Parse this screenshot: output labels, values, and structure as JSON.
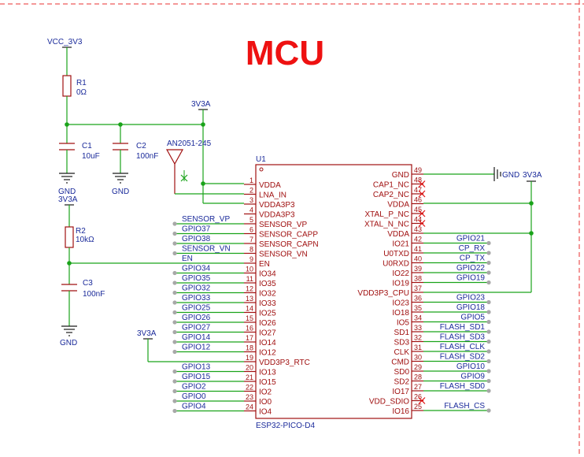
{
  "title": "MCU",
  "chip": {
    "ref": "U1",
    "part": "ESP32-PICO-D4",
    "left_pins": [
      {
        "num": "1",
        "name": "VDDA"
      },
      {
        "num": "2",
        "name": "LNA_IN"
      },
      {
        "num": "3",
        "name": "VDDA3P3"
      },
      {
        "num": "4",
        "name": "VDDA3P3"
      },
      {
        "num": "5",
        "name": "SENSOR_VP"
      },
      {
        "num": "6",
        "name": "SENSOR_CAPP"
      },
      {
        "num": "7",
        "name": "SENSOR_CAPN"
      },
      {
        "num": "8",
        "name": "SENSOR_VN"
      },
      {
        "num": "9",
        "name": "EN"
      },
      {
        "num": "10",
        "name": "IO34"
      },
      {
        "num": "11",
        "name": "IO35"
      },
      {
        "num": "12",
        "name": "IO32"
      },
      {
        "num": "13",
        "name": "IO33"
      },
      {
        "num": "14",
        "name": "IO25"
      },
      {
        "num": "15",
        "name": "IO26"
      },
      {
        "num": "16",
        "name": "IO27"
      },
      {
        "num": "17",
        "name": "IO14"
      },
      {
        "num": "18",
        "name": "IO12"
      },
      {
        "num": "19",
        "name": "VDD3P3_RTC"
      },
      {
        "num": "20",
        "name": "IO13"
      },
      {
        "num": "21",
        "name": "IO15"
      },
      {
        "num": "22",
        "name": "IO2"
      },
      {
        "num": "23",
        "name": "IO0"
      },
      {
        "num": "24",
        "name": "IO4"
      }
    ],
    "right_pins": [
      {
        "num": "49",
        "name": "GND"
      },
      {
        "num": "48",
        "name": "CAP1_NC"
      },
      {
        "num": "47",
        "name": "CAP2_NC"
      },
      {
        "num": "46",
        "name": "VDDA"
      },
      {
        "num": "45",
        "name": "XTAL_P_NC"
      },
      {
        "num": "44",
        "name": "XTAL_N_NC"
      },
      {
        "num": "43",
        "name": "VDDA"
      },
      {
        "num": "42",
        "name": "IO21"
      },
      {
        "num": "41",
        "name": "U0TXD"
      },
      {
        "num": "40",
        "name": "U0RXD"
      },
      {
        "num": "39",
        "name": "IO22"
      },
      {
        "num": "38",
        "name": "IO19"
      },
      {
        "num": "37",
        "name": "VDD3P3_CPU"
      },
      {
        "num": "36",
        "name": "IO23"
      },
      {
        "num": "35",
        "name": "IO18"
      },
      {
        "num": "34",
        "name": "IO5"
      },
      {
        "num": "33",
        "name": "SD1"
      },
      {
        "num": "32",
        "name": "SD3"
      },
      {
        "num": "31",
        "name": "CLK"
      },
      {
        "num": "30",
        "name": "CMD"
      },
      {
        "num": "29",
        "name": "SD0"
      },
      {
        "num": "28",
        "name": "SD2"
      },
      {
        "num": "27",
        "name": "IO17"
      },
      {
        "num": "26",
        "name": "VDD_SDIO"
      },
      {
        "num": "25",
        "name": "IO16"
      }
    ]
  },
  "left_nets": [
    "SENSOR_VP",
    "GPIO37",
    "GPIO38",
    "SENSOR_VN",
    "EN",
    "GPIO34",
    "GPIO35",
    "GPIO32",
    "GPIO33",
    "GPIO25",
    "GPIO26",
    "GPIO27",
    "GPIO14",
    "GPIO12",
    "GPIO13",
    "GPIO15",
    "GPIO2",
    "GPIO0",
    "GPIO4"
  ],
  "right_nets": [
    "GPIO21",
    "CP_RX",
    "CP_TX",
    "GPIO22",
    "GPIO19",
    "GPIO23",
    "GPIO18",
    "GPIO5",
    "FLASH_SD1",
    "FLASH_SD3",
    "FLASH_CLK",
    "FLASH_SD2",
    "GPIO10",
    "GPIO9",
    "FLASH_SD0",
    "FLASH_CS"
  ],
  "power": {
    "vcc": "VCC_3V3",
    "v33a_top": "3V3A",
    "v33a_mid": "3V3A",
    "v33a_bottom": "3V3A",
    "gnd1": "GND",
    "gnd2": "GND",
    "gnd3": "GND",
    "gnd_right": "GND",
    "v33a_right": "3V3A"
  },
  "parts": {
    "R1": {
      "ref": "R1",
      "value": "0Ω"
    },
    "C1": {
      "ref": "C1",
      "value": "10uF"
    },
    "C2": {
      "ref": "C2",
      "value": "100nF"
    },
    "ANT": {
      "ref": "AN2051-245"
    },
    "R2": {
      "ref": "R2",
      "value": "10kΩ"
    },
    "C3": {
      "ref": "C3",
      "value": "100nF"
    }
  },
  "colors": {
    "wire": "#1aa31a",
    "component": "#a01010",
    "net_label": "#1a2a9a",
    "title": "#ee1111",
    "no_connect": "#e01010"
  }
}
